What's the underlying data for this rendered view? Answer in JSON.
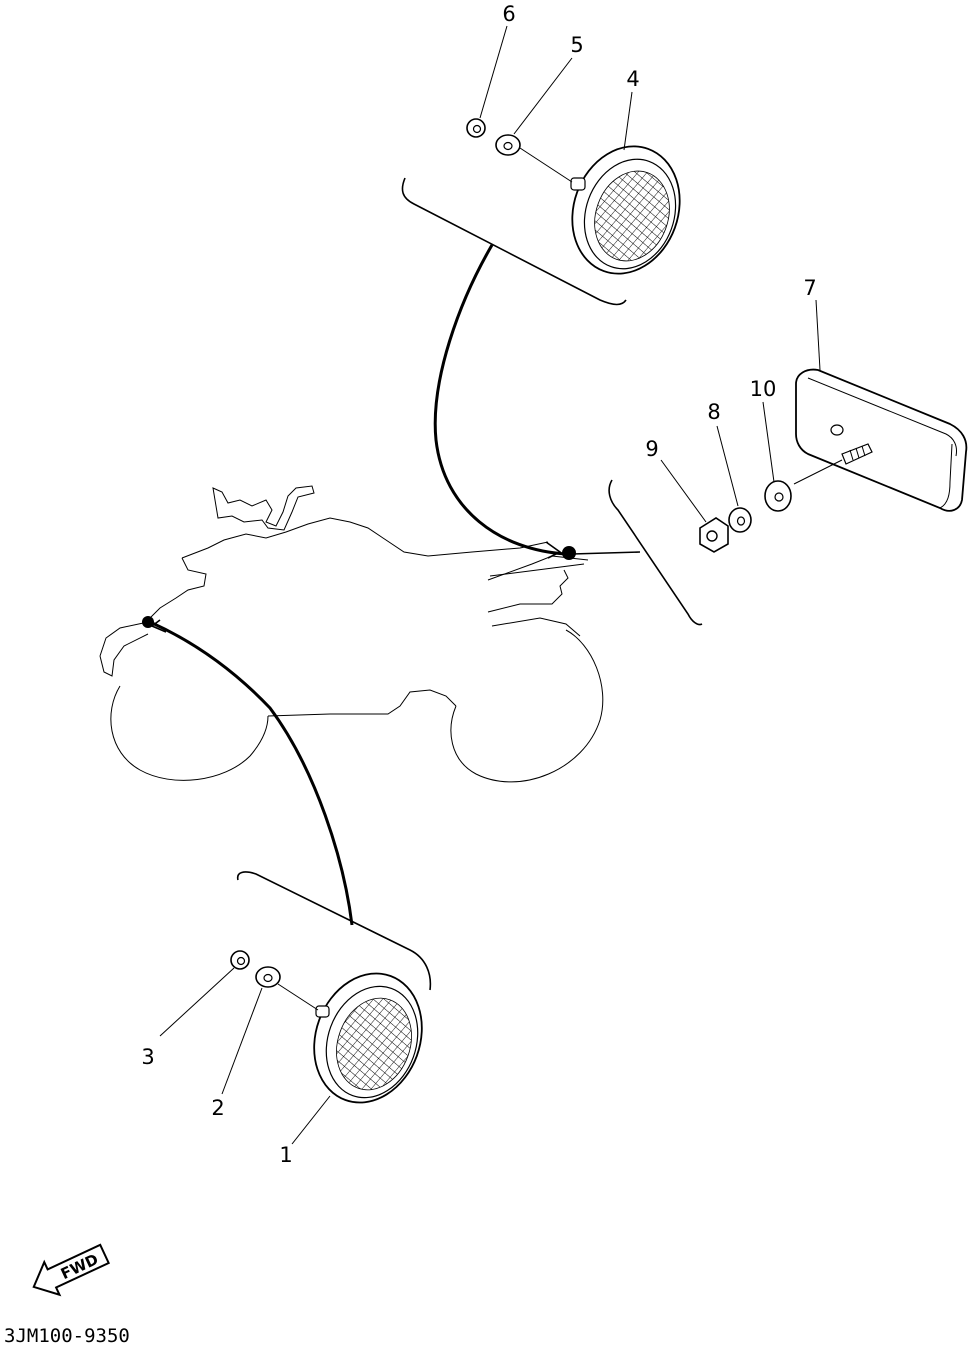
{
  "callouts": [
    {
      "id": "1",
      "text": "1"
    },
    {
      "id": "2",
      "text": "2"
    },
    {
      "id": "3",
      "text": "3"
    },
    {
      "id": "4",
      "text": "4"
    },
    {
      "id": "5",
      "text": "5"
    },
    {
      "id": "6",
      "text": "6"
    },
    {
      "id": "7",
      "text": "7"
    },
    {
      "id": "8",
      "text": "8"
    },
    {
      "id": "9",
      "text": "9"
    },
    {
      "id": "10",
      "text": "10"
    }
  ],
  "direction_label": "FWD",
  "part_number": "3JM100-9350"
}
